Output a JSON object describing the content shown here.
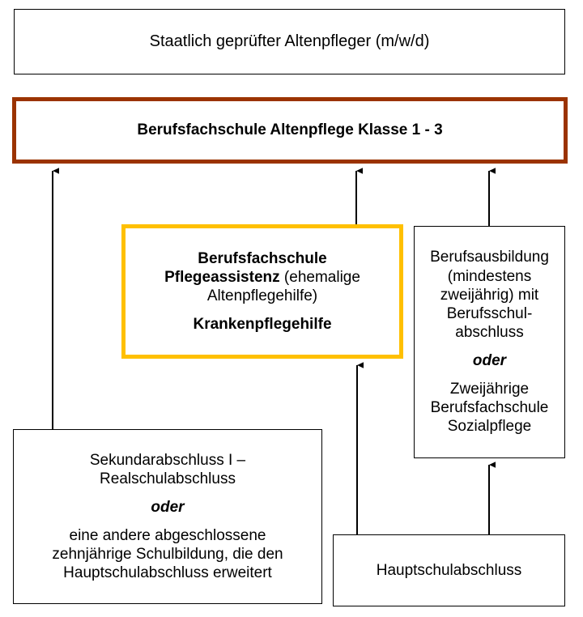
{
  "diagram": {
    "title_semantic": "bildungsweg-altenpflege-flowchart",
    "colors": {
      "brown_border": "#9B3300",
      "yellow_border": "#FFC000",
      "plain_border": "#000000",
      "background": "#FFFFFF",
      "connector": "#000000"
    }
  },
  "nodes": {
    "qualification": {
      "text": "Staatlich geprüfter Altenpfleger (m/w/d)"
    },
    "berufsfachschule_altenpflege": {
      "text": "Berufsfachschule Altenpflege Klasse 1 - 3"
    },
    "pflegeassistenz": {
      "line1_bold": "Berufsfachschule",
      "line2_bold": "Pflegeassistenz",
      "line2_regular": " (ehemalige",
      "line3_regular": "Altenpflegehilfe)",
      "line4_bold": "Krankenpflegehilfe"
    },
    "berufsausbildung": {
      "line1": "Berufsausbildung",
      "line2": "(mindestens",
      "line3": "zweijährig) mit",
      "line4": "Berufsschul-",
      "line5": "abschluss",
      "connector_word": "oder",
      "line6": "Zweijährige",
      "line7": "Berufsfachschule",
      "line8": "Sozialpflege"
    },
    "sekundarabschluss": {
      "line1": "Sekundarabschluss I –",
      "line2": "Realschulabschluss",
      "connector_word": "oder",
      "line3": "eine andere abgeschlossene",
      "line4": "zehnjährige Schulbildung, die den",
      "line5": "Hauptschulabschluss erweitert"
    },
    "hauptschulabschluss": {
      "text": "Hauptschulabschluss"
    }
  },
  "connectors": [
    {
      "name": "sekundarabschluss-to-berufsfachschule-altenpflege",
      "from": "sekundarabschluss",
      "to": "berufsfachschule_altenpflege",
      "arrow": "up"
    },
    {
      "name": "pflegeassistenz-to-berufsfachschule-altenpflege",
      "from": "pflegeassistenz",
      "to": "berufsfachschule_altenpflege",
      "arrow": "up"
    },
    {
      "name": "berufsausbildung-to-berufsfachschule-altenpflege",
      "from": "berufsausbildung",
      "to": "berufsfachschule_altenpflege",
      "arrow": "up"
    },
    {
      "name": "hauptschulabschluss-to-pflegeassistenz",
      "from": "hauptschulabschluss",
      "to": "pflegeassistenz",
      "arrow": "up"
    },
    {
      "name": "hauptschulabschluss-to-berufsausbildung",
      "from": "hauptschulabschluss",
      "to": "berufsausbildung",
      "arrow": "up"
    }
  ]
}
